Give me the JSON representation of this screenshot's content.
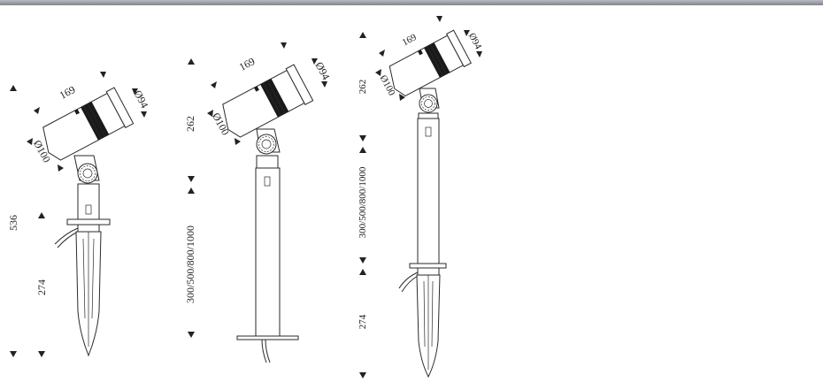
{
  "colors": {
    "line": "#2a2a2a",
    "top_rule": "#7f858d",
    "background": "#ffffff"
  },
  "drawings": [
    {
      "name": "short-spike",
      "head_length": "169",
      "head_diameter": "Ø94",
      "mount_diameter": "Ø100",
      "total_height": "536",
      "spike_length": "274"
    },
    {
      "name": "base-plate-pole",
      "head_length": "169",
      "head_diameter": "Ø94",
      "mount_diameter": "Ø100",
      "head_height": "262",
      "pole_length": "300/500/800/1000"
    },
    {
      "name": "pole-with-spike",
      "head_length": "169",
      "head_diameter": "Ø94",
      "mount_diameter": "Ø100",
      "head_height": "262",
      "pole_length": "300/500/800/1000",
      "spike_length": "274"
    }
  ]
}
